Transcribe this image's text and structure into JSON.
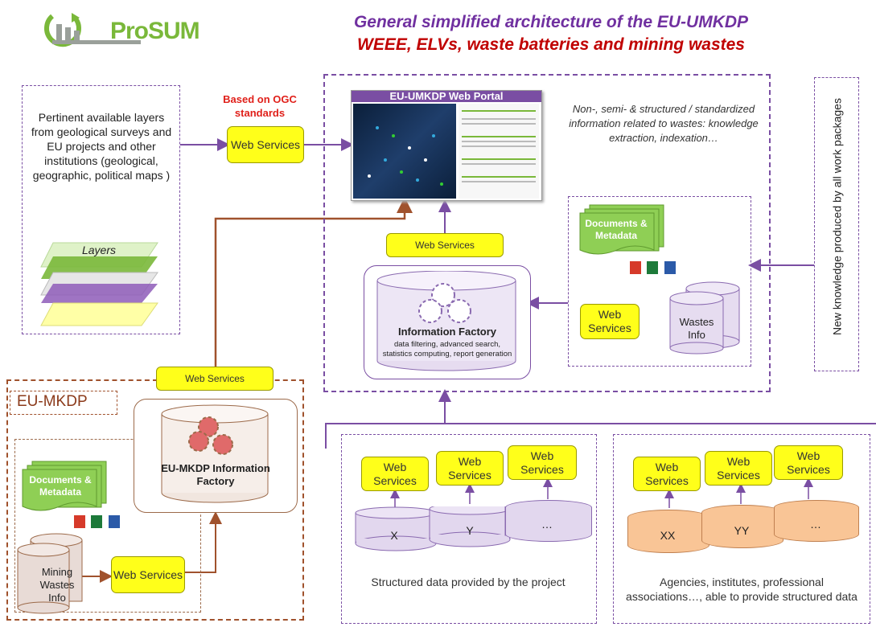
{
  "header": {
    "logo_text": "ProSUM",
    "title_line1": "General simplified architecture of the EU-UMKDP",
    "title_line2": "WEEE, ELVs, waste batteries and mining wastes"
  },
  "left_panel": {
    "text": "Pertinent available layers from geological surveys and EU projects and other institutions (geological, geographic, political maps )",
    "layers_label": "Layers"
  },
  "ogc_label": "Based on OGC standards",
  "web_services_label": "Web Services",
  "portal": {
    "title": "EU-UMKDP Web Portal"
  },
  "non_structured_text": "Non-, semi- & structured / standardized information related to wastes: knowledge extraction, indexation…",
  "docs_metadata_label": "Documents & Metadata",
  "wastes_info_label": "Wastes Info",
  "info_factory": {
    "title": "Information Factory",
    "desc": "data filtering, advanced search, statistics computing, report generation"
  },
  "new_knowledge_text": "New knowledge produced by all work packages",
  "eu_mkdp": {
    "title": "EU-MKDP",
    "factory_title": "EU-MKDP Information Factory",
    "mining_label": "Mining Wastes Info"
  },
  "structured": {
    "dbs": [
      "X",
      "Y",
      "…"
    ],
    "caption": "Structured data provided by the project"
  },
  "agencies": {
    "dbs": [
      "XX",
      "YY",
      "…"
    ],
    "caption": "Agencies, institutes, professional associations…, able to provide structured data"
  },
  "colors": {
    "purple": "#7a4ea3",
    "brown": "#a0522d",
    "yellow": "#ffff1a",
    "title_purple": "#7030a0",
    "title_red": "#c00000",
    "green": "#7ab83a"
  }
}
